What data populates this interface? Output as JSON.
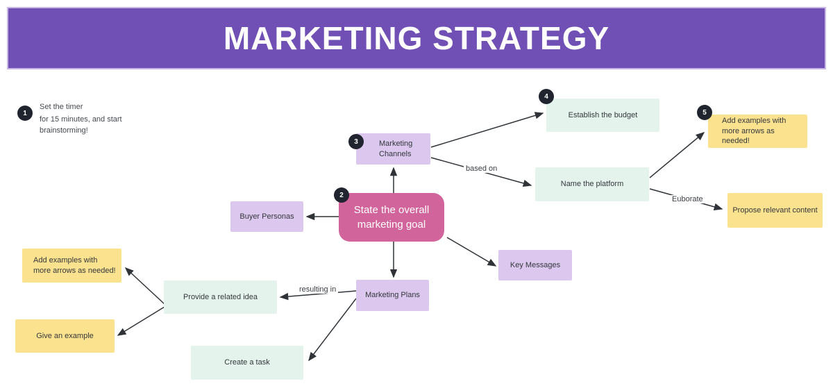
{
  "header": {
    "title": "MARKETING STRATEGY"
  },
  "annotation": {
    "badge": "1",
    "line1": "Set the timer",
    "line2": "for 15 minutes, and start brainstorming!"
  },
  "badges": {
    "b2": "2",
    "b3": "3",
    "b4": "4",
    "b5": "5"
  },
  "nodes": {
    "goal": "State the overall marketing goal",
    "marketing_channels": "Marketing Channels",
    "buyer_personas": "Buyer Personas",
    "key_messages": "Key Messages",
    "marketing_plans": "Marketing Plans",
    "establish_budget": "Establish the budget",
    "name_platform": "Name the platform",
    "provide_related_idea": "Provide a related idea",
    "create_task": "Create a task",
    "add_examples_right": "Add examples with more arrows as needed!",
    "propose_content": "Propose relevant content",
    "add_examples_left": "Add examples with more arrows as needed!",
    "give_example": "Give an example"
  },
  "edge_labels": {
    "based_on": "based on",
    "elaborate": "Euborate",
    "resulting_in": "resulting in"
  },
  "colors": {
    "banner_purple": "#7150b5",
    "banner_border": "#c9b6e4",
    "goal_pink": "#d2649c",
    "lavender": "#dcc7ee",
    "mint": "#e4f3ec",
    "yellow": "#fae28f",
    "badge_dark": "#1f242e",
    "line_dark": "#2f3337"
  }
}
